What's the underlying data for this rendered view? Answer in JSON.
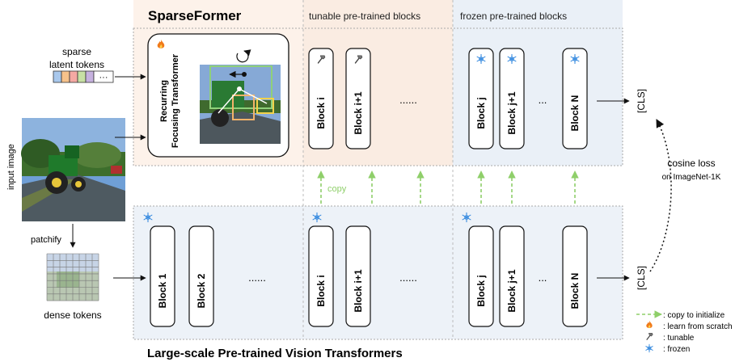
{
  "titles": {
    "sparseformer": "SparseFormer",
    "tunable_header": "tunable pre-trained blocks",
    "frozen_header": "frozen pre-trained blocks",
    "vit": "Large-scale Pre-trained Vision Transformers"
  },
  "inputs": {
    "sparse_line1": "sparse",
    "sparse_line2": "latent tokens",
    "token_colors": [
      "#a9c8ec",
      "#f6c28b",
      "#f4a9a3",
      "#c7e0a4",
      "#c6b1df"
    ],
    "token_ellipsis": "···",
    "input_image": "input image",
    "patchify": "patchify",
    "dense_tokens": "dense tokens"
  },
  "rft": {
    "line1": "Recurring",
    "line2": "Focusing Transformer"
  },
  "top_row": {
    "block_i": "Block i",
    "block_i1": "Block i+1",
    "dots": "......",
    "block_j": "Block j",
    "block_j1": "Block j+1",
    "ellipsis": "...",
    "block_N": "Block N",
    "cls": "[CLS]"
  },
  "bottom_row": {
    "block_1": "Block 1",
    "block_2": "Block 2",
    "dots1": "......",
    "block_i": "Block i",
    "block_i1": "Block i+1",
    "dots2": "......",
    "block_j": "Block j",
    "block_j1": "Block j+1",
    "ellipsis": "...",
    "block_N": "Block N",
    "cls": "[CLS]"
  },
  "copy_label": "copy",
  "loss": {
    "line1": "cosine loss",
    "line2": "on ImageNet-1K"
  },
  "legend": [
    {
      "icon": "dashed-arrow-icon",
      "label": ": copy to initialize"
    },
    {
      "icon": "flame-icon",
      "label": ": learn from scratch"
    },
    {
      "icon": "hammer-icon",
      "label": ": tunable"
    },
    {
      "icon": "snowflake-icon",
      "label": ": frozen"
    }
  ],
  "colors": {
    "tunable_bg": "#faece2",
    "frozen_bg": "#e8eef6",
    "copy_arrow": "#8fcf6a",
    "snowflake": "#3b8de0",
    "flame": "#f07a1a"
  }
}
